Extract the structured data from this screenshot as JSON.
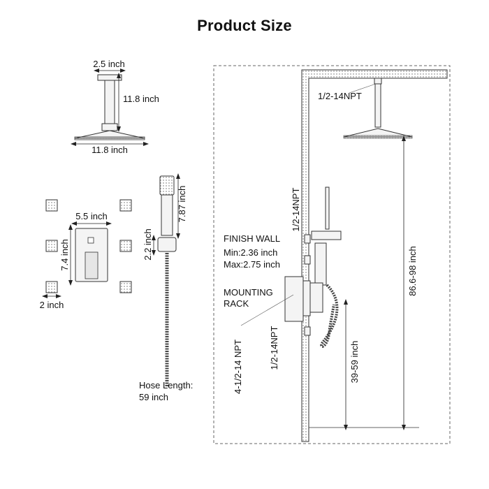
{
  "title": "Product Size",
  "shower_head": {
    "arm_width": "2.5 inch",
    "arm_length": "11.8 inch",
    "head_width": "11.8 inch"
  },
  "body_jets": {
    "valve_width": "5.5 inch",
    "valve_height": "7.4 inch",
    "jet_size": "2 inch"
  },
  "hand_shower": {
    "handle_length": "7.87 inch",
    "holder_height": "2.2 inch",
    "hose_length_label": "Hose Length:",
    "hose_length_value": "59 inch"
  },
  "installation": {
    "top_thread": "1/2-14NPT",
    "mid_thread": "1/2-14NPT",
    "finish_wall_label": "FINISH WALL",
    "finish_wall_min": "Min:2.36 inch",
    "finish_wall_max": "Max:2.75 inch",
    "mounting_rack_line1": "MOUNTING",
    "mounting_rack_line2": "RACK",
    "bottom_thread": "1/2-14NPT",
    "rack_thread": "4-1/2-14 NPT",
    "valve_height": "39-59 inch",
    "head_height": "86.6-98 inch"
  }
}
